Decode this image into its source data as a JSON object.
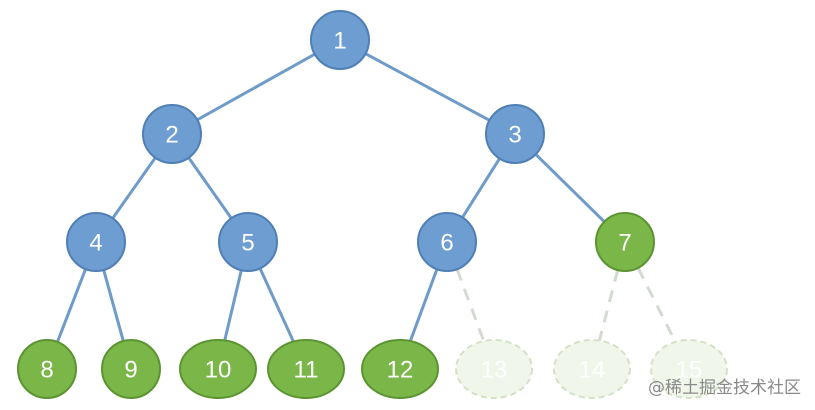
{
  "palette": {
    "internal_fill": "#6e9ed1",
    "internal_stroke": "#4f7fb5",
    "leaf_fill": "#7ab648",
    "leaf_stroke": "#5c9432",
    "ghost_fill": "#f1f6ea",
    "ghost_stroke": "#d3e2c6",
    "ghost_text": "#ffffff",
    "edge": "#6f9bc9",
    "ghost_edge": "#d3dbd0"
  },
  "nodes": [
    {
      "label": "1",
      "kind": "internal"
    },
    {
      "label": "2",
      "kind": "internal"
    },
    {
      "label": "3",
      "kind": "internal"
    },
    {
      "label": "4",
      "kind": "internal"
    },
    {
      "label": "5",
      "kind": "internal"
    },
    {
      "label": "6",
      "kind": "internal"
    },
    {
      "label": "7",
      "kind": "leaf"
    },
    {
      "label": "8",
      "kind": "leaf"
    },
    {
      "label": "9",
      "kind": "leaf"
    },
    {
      "label": "10",
      "kind": "leaf"
    },
    {
      "label": "11",
      "kind": "leaf"
    },
    {
      "label": "12",
      "kind": "leaf"
    },
    {
      "label": "13",
      "kind": "ghost"
    },
    {
      "label": "14",
      "kind": "ghost"
    },
    {
      "label": "15",
      "kind": "ghost"
    }
  ],
  "edges": [
    {
      "from": "1",
      "to": "2",
      "style": "solid"
    },
    {
      "from": "1",
      "to": "3",
      "style": "solid"
    },
    {
      "from": "2",
      "to": "4",
      "style": "solid"
    },
    {
      "from": "2",
      "to": "5",
      "style": "solid"
    },
    {
      "from": "3",
      "to": "6",
      "style": "solid"
    },
    {
      "from": "3",
      "to": "7",
      "style": "solid"
    },
    {
      "from": "4",
      "to": "8",
      "style": "solid"
    },
    {
      "from": "4",
      "to": "9",
      "style": "solid"
    },
    {
      "from": "5",
      "to": "10",
      "style": "solid"
    },
    {
      "from": "5",
      "to": "11",
      "style": "solid"
    },
    {
      "from": "6",
      "to": "12",
      "style": "solid"
    },
    {
      "from": "6",
      "to": "13",
      "style": "dashed"
    },
    {
      "from": "7",
      "to": "14",
      "style": "dashed"
    },
    {
      "from": "7",
      "to": "15",
      "style": "dashed"
    }
  ],
  "watermark": "@稀土掘金技术社区"
}
